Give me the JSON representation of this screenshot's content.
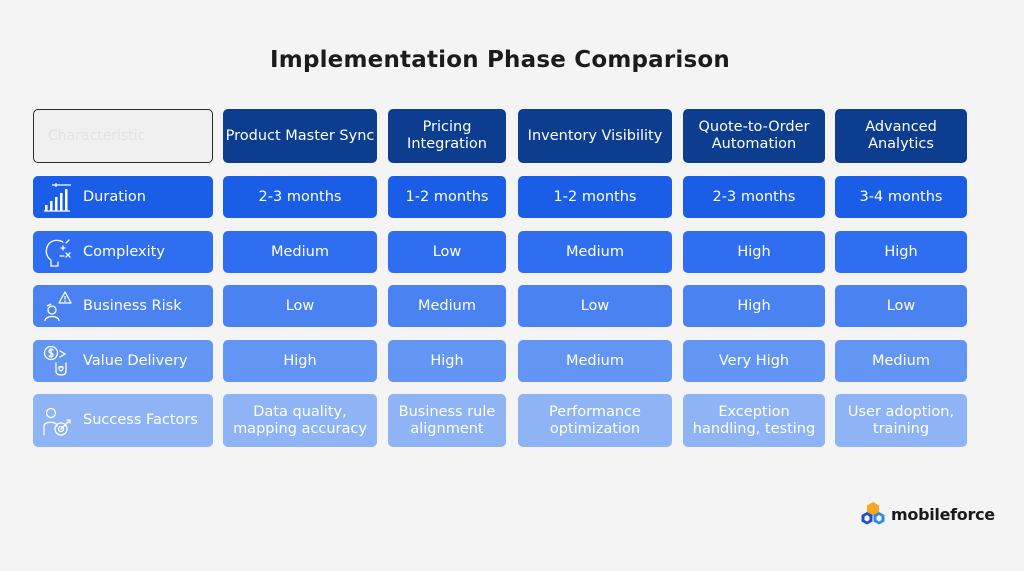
{
  "chart_data": {
    "type": "table",
    "title": "Implementation Phase Comparison",
    "corner_label": "Characteristic",
    "columns": [
      "Product Master Sync",
      "Pricing Integration",
      "Inventory Visibility",
      "Quote-to-Order Automation",
      "Advanced Analytics"
    ],
    "rows": [
      {
        "label": "Duration",
        "icon": "bar-chart-icon",
        "values": [
          "2-3 months",
          "1-2 months",
          "1-2 months",
          "2-3 months",
          "3-4 months"
        ]
      },
      {
        "label": "Complexity",
        "icon": "brain-head-icon",
        "values": [
          "Medium",
          "Low",
          "Medium",
          "High",
          "High"
        ]
      },
      {
        "label": "Business Risk",
        "icon": "risk-warning-icon",
        "values": [
          "Low",
          "Medium",
          "Low",
          "High",
          "Low"
        ]
      },
      {
        "label": "Value Delivery",
        "icon": "money-value-icon",
        "values": [
          "High",
          "High",
          "Medium",
          "Very High",
          "Medium"
        ]
      },
      {
        "label": "Success Factors",
        "icon": "person-target-icon",
        "values": [
          "Data quality, mapping accuracy",
          "Business rule alignment",
          "Performance optimization",
          "Exception handling, testing",
          "User adoption, training"
        ]
      }
    ]
  },
  "colors": {
    "header": "#0d3d8f",
    "rows": [
      "#1a5ee8",
      "#2f6ef0",
      "#4a82f2",
      "#6396f4",
      "#8fb4f6"
    ]
  },
  "logo": {
    "text": "mobileforce",
    "icon": "mobileforce-logo-icon"
  }
}
